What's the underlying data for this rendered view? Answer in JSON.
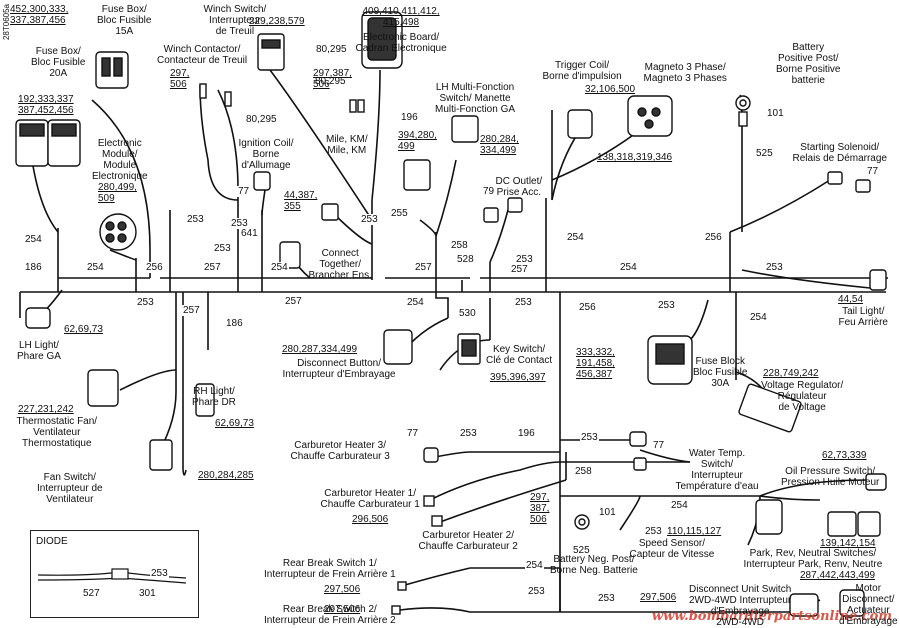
{
  "figure_id": "28T0605a",
  "diode_title": "DIODE",
  "watermark": "www.bombardierpartsonline.com",
  "refs": [
    {
      "t": "254"
    },
    {
      "t": "186"
    },
    {
      "t": "254"
    },
    {
      "t": "256"
    },
    {
      "t": "253"
    },
    {
      "t": "257"
    },
    {
      "t": "253"
    },
    {
      "t": "257"
    },
    {
      "t": "253"
    },
    {
      "t": "641"
    },
    {
      "t": "253"
    },
    {
      "t": "254"
    },
    {
      "t": "255"
    },
    {
      "t": "258"
    },
    {
      "t": "528"
    },
    {
      "t": "257"
    },
    {
      "t": "253"
    },
    {
      "t": "257"
    },
    {
      "t": "254"
    },
    {
      "t": "256"
    },
    {
      "t": "254"
    },
    {
      "t": "253"
    },
    {
      "t": "257"
    },
    {
      "t": "253"
    },
    {
      "t": "186"
    },
    {
      "t": "254"
    },
    {
      "t": "530"
    },
    {
      "t": "253"
    },
    {
      "t": "256"
    },
    {
      "t": "253"
    },
    {
      "t": "254"
    },
    {
      "t": "253"
    },
    {
      "t": "196"
    },
    {
      "t": "253"
    },
    {
      "t": "258"
    },
    {
      "t": "254"
    },
    {
      "t": "253"
    },
    {
      "t": "254"
    },
    {
      "t": "253"
    },
    {
      "t": "253"
    },
    {
      "t": "253"
    },
    {
      "t": "527"
    },
    {
      "t": "301"
    },
    {
      "t": "101"
    },
    {
      "t": "525"
    },
    {
      "t": "101"
    },
    {
      "t": "525"
    },
    {
      "t": "77"
    },
    {
      "t": "79"
    },
    {
      "t": "77"
    },
    {
      "t": "77"
    },
    {
      "t": "77"
    },
    {
      "t": "196"
    },
    {
      "t": "80,295"
    },
    {
      "t": "80,295"
    }
  ],
  "labels": [
    {
      "t": "452,300,333,\n337,387,456",
      "u": true
    },
    {
      "t": "Fuse Box/\nBloc Fusible\n15A"
    },
    {
      "t": "Winch Switch/\nInterrupteur\nde Treuil"
    },
    {
      "t": "229,238,579",
      "u": true
    },
    {
      "t": "409,410,411,412,\n415,498",
      "u": true
    },
    {
      "t": "Electronic Board/\nCadran Electronique"
    },
    {
      "t": "Fuse Box/\nBloc Fusible\n20A"
    },
    {
      "t": "192,333,337\n387,452,456",
      "u": true
    },
    {
      "t": "Winch Contactor/\nContacteur de Treuil"
    },
    {
      "t": "297,\n506",
      "u": true
    },
    {
      "t": "297,387,\n506",
      "u": true
    },
    {
      "t": "Mile, KM/\nMile, KM"
    },
    {
      "t": "LH Multi-Fonction\nSwitch/ Manette\nMulti-Fonction GA"
    },
    {
      "t": "Trigger Coil/\nBorne d'impulsion"
    },
    {
      "t": "32,106,500",
      "u": true
    },
    {
      "t": "Magneto 3 Phase/\nMagneto 3 Phases"
    },
    {
      "t": "Battery\nPositive Post/\nBorne Positive\nbatterie"
    },
    {
      "t": "Electronic\nModule/\nModule\nElectronique"
    },
    {
      "t": "280,499,\n509",
      "u": true
    },
    {
      "t": "Ignition Coil/\nBorne\nd'Allumage"
    },
    {
      "t": "394,280,\n499",
      "u": true
    },
    {
      "t": "280,284,\n334,499",
      "u": true
    },
    {
      "t": "138,318,319,346",
      "u": true
    },
    {
      "t": "Starting Solenoid/\nRelais de Démarrage"
    },
    {
      "t": "44,387,\n355",
      "u": true
    },
    {
      "t": "DC Outlet/\nPrise Acc."
    },
    {
      "t": "Connect\nTogether/\nBrancher Ens."
    },
    {
      "t": "44,54",
      "u": true
    },
    {
      "t": "Tail Light/\nFeu Arrière"
    },
    {
      "t": "62,69,73",
      "u": true
    },
    {
      "t": "LH Light/\nPhare GA"
    },
    {
      "t": "280,287,334,499",
      "u": true
    },
    {
      "t": "Disconnect Button/\nInterrupteur d'Embrayage"
    },
    {
      "t": "Key Switch/\nClé de Contact"
    },
    {
      "t": "395,396,397",
      "u": true
    },
    {
      "t": "333,332,\n191,458,\n456,387",
      "u": true
    },
    {
      "t": "Fuse Block\nBloc Fusible\n30A"
    },
    {
      "t": "228,749,242",
      "u": true
    },
    {
      "t": "Voltage Regulator/\nRégulateur\nde Voltage"
    },
    {
      "t": "227,231,242",
      "u": true
    },
    {
      "t": "Thermostatic Fan/\nVentilateur\nThermostatique"
    },
    {
      "t": "RH Light/\nPhare DR"
    },
    {
      "t": "62,69,73",
      "u": true
    },
    {
      "t": "Carburetor Heater 3/\nChauffe Carburateur 3"
    },
    {
      "t": "Water Temp.\nSwitch/\nInterrupteur\nTempérature d'eau"
    },
    {
      "t": "62,73,339",
      "u": true
    },
    {
      "t": "Oil Pressure Switch/\nPression Huile Moteur"
    },
    {
      "t": "Fan Switch/\nInterrupteur de\nVentilateur"
    },
    {
      "t": "280,284,285",
      "u": true
    },
    {
      "t": "Carburetor Heater 1/\nChauffe Carburateur 1"
    },
    {
      "t": "296,506",
      "u": true
    },
    {
      "t": "297,\n387,\n506",
      "u": true
    },
    {
      "t": "Carburetor Heater 2/\nChauffe Carburateur 2"
    },
    {
      "t": "Battery Neg. Post/\nBorne Neg. Batterie"
    },
    {
      "t": "110,115,127",
      "u": true
    },
    {
      "t": "Speed Sensor/\nCapteur de Vitesse"
    },
    {
      "t": "139,142,154",
      "u": true
    },
    {
      "t": "Park, Rev, Neutral Switches/\nInterrupteur Park, Renv, Neutre"
    },
    {
      "t": "Rear Break Switch 1/\nInterrupteur de Frein Arrière 1"
    },
    {
      "t": "297,506",
      "u": true
    },
    {
      "t": "Disconnect Unit Switch\n2WD-4WD Interrupteur\nd'Embrayage\n2WD-4WD"
    },
    {
      "t": "297,506",
      "u": true
    },
    {
      "t": "287,442,443,499",
      "u": true
    },
    {
      "t": "Motor\nDisconnect/\nActuateur\nd'Embrayage"
    },
    {
      "t": "Rear Break Switch 2/\nInterrupteur de Frein Arrière 2"
    },
    {
      "t": "297,506",
      "u": true
    },
    {
      "t": "80,295"
    }
  ]
}
